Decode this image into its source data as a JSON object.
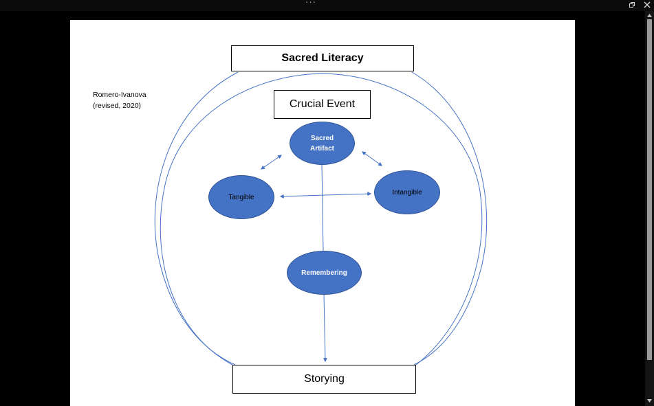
{
  "diagram": {
    "title": "Sacred Literacy",
    "crucial_event": "Crucial Event",
    "storying": "Storying",
    "nodes": {
      "sacred_artifact": "Sacred Artifact",
      "tangible": "Tangible",
      "intangible": "Intangible",
      "remembering": "Remembering"
    },
    "citation": {
      "line1": "Romero-Ivanova",
      "line2": "(revised, 2020)"
    }
  },
  "colors": {
    "ellipse_fill": "#4472c4",
    "line": "#4472c4",
    "background": "#000000",
    "slide": "#ffffff"
  },
  "icons": {
    "titlebar_menu": "more-icon",
    "restore": "restore-window-icon",
    "close": "close-icon"
  }
}
